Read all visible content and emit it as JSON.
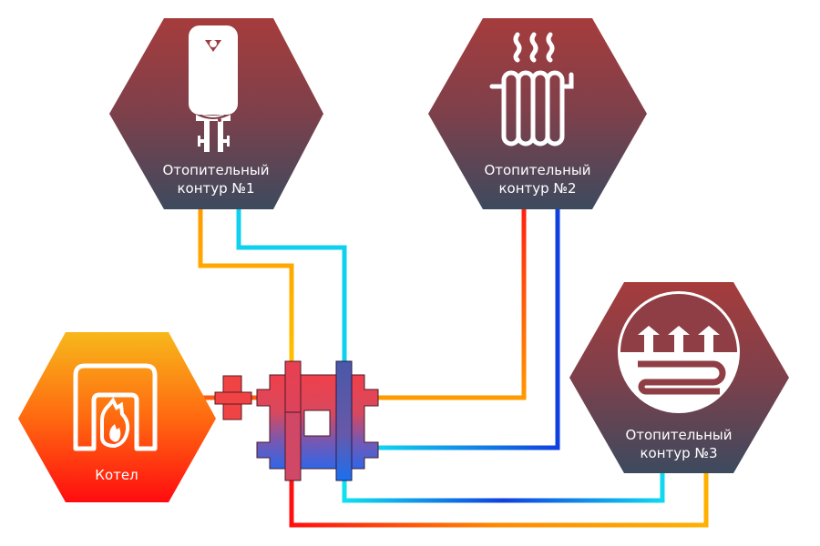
{
  "diagram": {
    "title": "Heating scheme with hydraulic manifold",
    "colors": {
      "hex_top": "#a63c3c",
      "hex_bottom": "#3d4a5e",
      "boiler_top": "#f7b21b",
      "boiler_bottom": "#ff1010",
      "hot": "#ff2a10",
      "warm": "#ffb000",
      "cold": "#1040e0",
      "cool": "#10e0f0"
    },
    "nodes": [
      {
        "id": "circuit-1",
        "line1": "Отопительный",
        "line2": "контур  №1",
        "icon": "water-heater-icon"
      },
      {
        "id": "circuit-2",
        "line1": "Отопительный",
        "line2": "контур  №2",
        "icon": "radiator-icon"
      },
      {
        "id": "circuit-3",
        "line1": "Отопительный",
        "line2": "контур  №3",
        "icon": "underfloor-heating-icon"
      },
      {
        "id": "boiler",
        "line1": "Котел",
        "icon": "boiler-flame-icon"
      }
    ],
    "manifold": {
      "name": "hydraulic-manifold"
    }
  }
}
